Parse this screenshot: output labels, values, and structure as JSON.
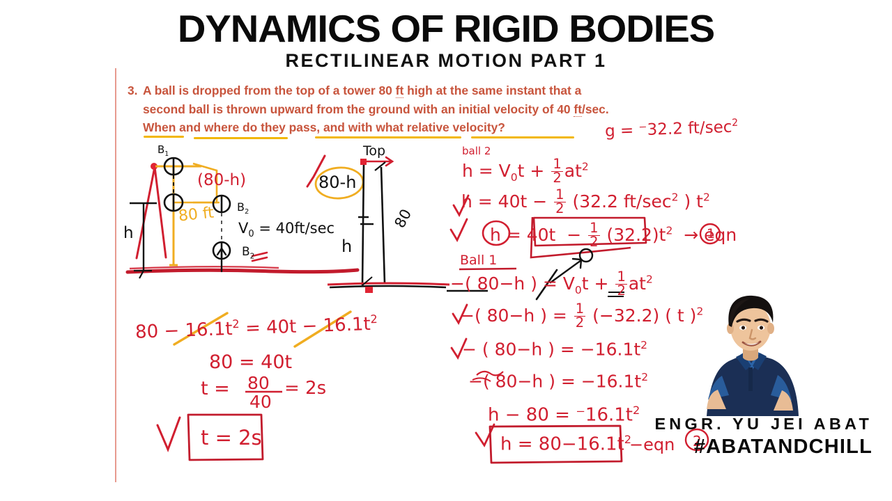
{
  "title": "DYNAMICS OF RIGID BODIES",
  "subtitle": "RECTILINEAR MOTION PART 1",
  "problem": {
    "number": "3.",
    "line1_a": "A ball is dropped from the top of a tower 80 ",
    "line1_ft": "ft",
    "line1_b": " high at the same instant that a",
    "line2_a": "second ball is thrown upward from the ground with an initial velocity of 40 ",
    "line2_ft": "ft",
    "line2_b": "/sec.",
    "line3": "When and where do they pass, and with what relative velocity?"
  },
  "given": {
    "gravity": "g = ⁻32.2 ft/sec",
    "gravity_exp": "2"
  },
  "diagram_left": {
    "ball1_label": "B",
    "ball1_sub": "1",
    "ball2_top_label": "B",
    "ball2_top_sub": "2",
    "ball2_label": "B",
    "ball2_sub": "2",
    "height_label": "h",
    "gap_label": "(80-h)",
    "tower_label": "80 ft",
    "v0_label": "V",
    "v0_sub": "0",
    "v0_value": " = 40ft/sec"
  },
  "diagram_mid": {
    "top_label": "Top",
    "circled_label": "80-h",
    "h_label": "h",
    "total_label": "80"
  },
  "work_right": {
    "ball2_heading": "ball 2",
    "eq1": "h = V",
    "eq1_sub": "0",
    "eq1_rest": "t + ",
    "eq1_frac_n": "1",
    "eq1_frac_d": "2",
    "eq1_tail": "at",
    "eq1_exp": "2",
    "eq2_a": "h = 40t − ",
    "eq2_frac_n": "1",
    "eq2_frac_d": "2",
    "eq2_b": " (32.2 ft/sec",
    "eq2_exp1": "2",
    "eq2_c": " ) t",
    "eq2_exp2": "2",
    "eq3_a": "h",
    "eq3_b": "= 40t",
    "eq3_box_a": "− ",
    "eq3_box_n": "1",
    "eq3_box_d": "2",
    "eq3_box_b": " (32.2)t",
    "eq3_box_exp": "2",
    "eq3_arrow": "→ eqn",
    "eq3_eqn_no": "1",
    "ball1_heading": "Ball 1",
    "eq4_a": "−( 80−h ) = V",
    "eq4_sub": "0",
    "eq4_b": "t + ",
    "eq4_n": "1",
    "eq4_d": "2",
    "eq4_c": "at",
    "eq4_exp": "2",
    "eq5_a": "−( 80−h ) = ",
    "eq5_n": "1",
    "eq5_d": "2",
    "eq5_b": " (−32.2) ( t )",
    "eq5_exp": "2",
    "eq6": "− ( 80−h ) = −16.1t",
    "eq6_exp": "2",
    "eq7": "−( 80−h )  =  −16.1t",
    "eq7_exp": "2",
    "eq8": "h − 80 = ⁻16.1t",
    "eq8_exp": "2",
    "eq9_boxed": "h = 80−16.1t",
    "eq9_exp": "2",
    "eq9_tail": "−eqn",
    "eq9_eqn_no": "2"
  },
  "work_left": {
    "eq_a": "80 − 16.1t",
    "eq_a_exp": "2",
    "eq_a_mid": " = 40t",
    "eq_a_end": " − 16.1t",
    "eq_a_exp2": "2",
    "eq_b": "80 = 40t",
    "eq_c_lhs": "t  = ",
    "eq_c_n": "80",
    "eq_c_d": "40",
    "eq_c_rhs": " = 2s",
    "eq_d_boxed": "t = 2s"
  },
  "branding": {
    "name": "ENGR. YU JEI ABAT",
    "hashtag": "#ABATANDCHILL"
  },
  "colors": {
    "red_ink": "#d11f30",
    "dark_red_ink": "#b5182a",
    "yellow_ink": "#f0ad21",
    "problem_text": "#c8553d",
    "margin_rule": "#e79a8f",
    "shirt": "#1b2f55"
  }
}
